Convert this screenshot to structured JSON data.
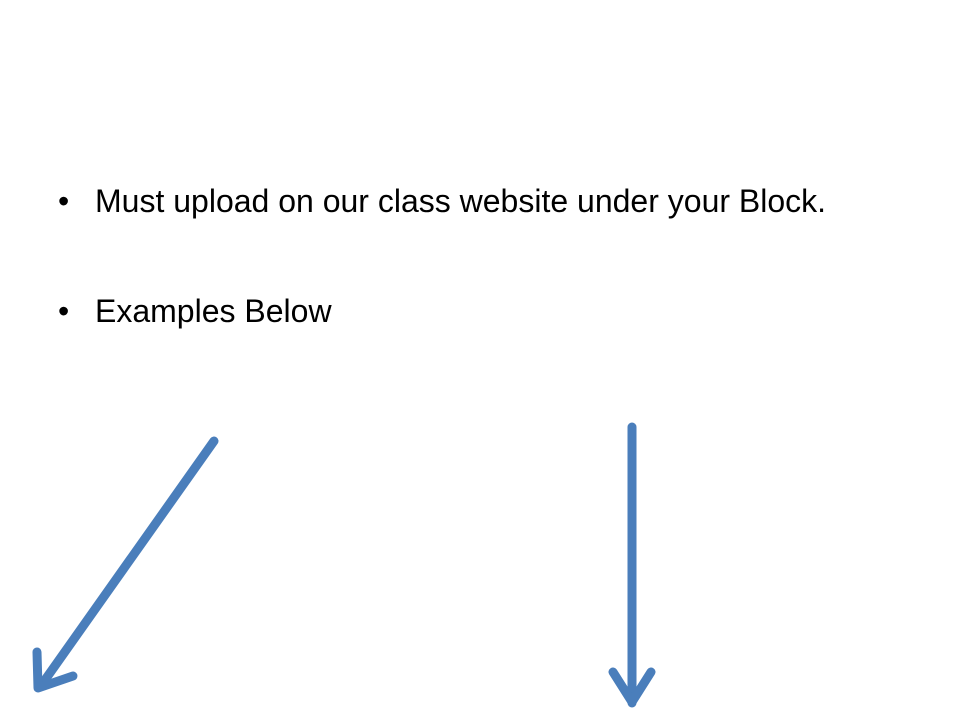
{
  "slide": {
    "bullets": [
      {
        "marker": "•",
        "text": "Must upload on our class website under your Block."
      },
      {
        "marker": "•",
        "text": "Examples Below"
      }
    ],
    "arrows": [
      {
        "name": "diagonal-arrow",
        "direction": "down-left"
      },
      {
        "name": "vertical-arrow",
        "direction": "down"
      }
    ],
    "colors": {
      "text": "#000000",
      "arrow": "#4A7EBB",
      "background": "#FFFFFF"
    }
  }
}
